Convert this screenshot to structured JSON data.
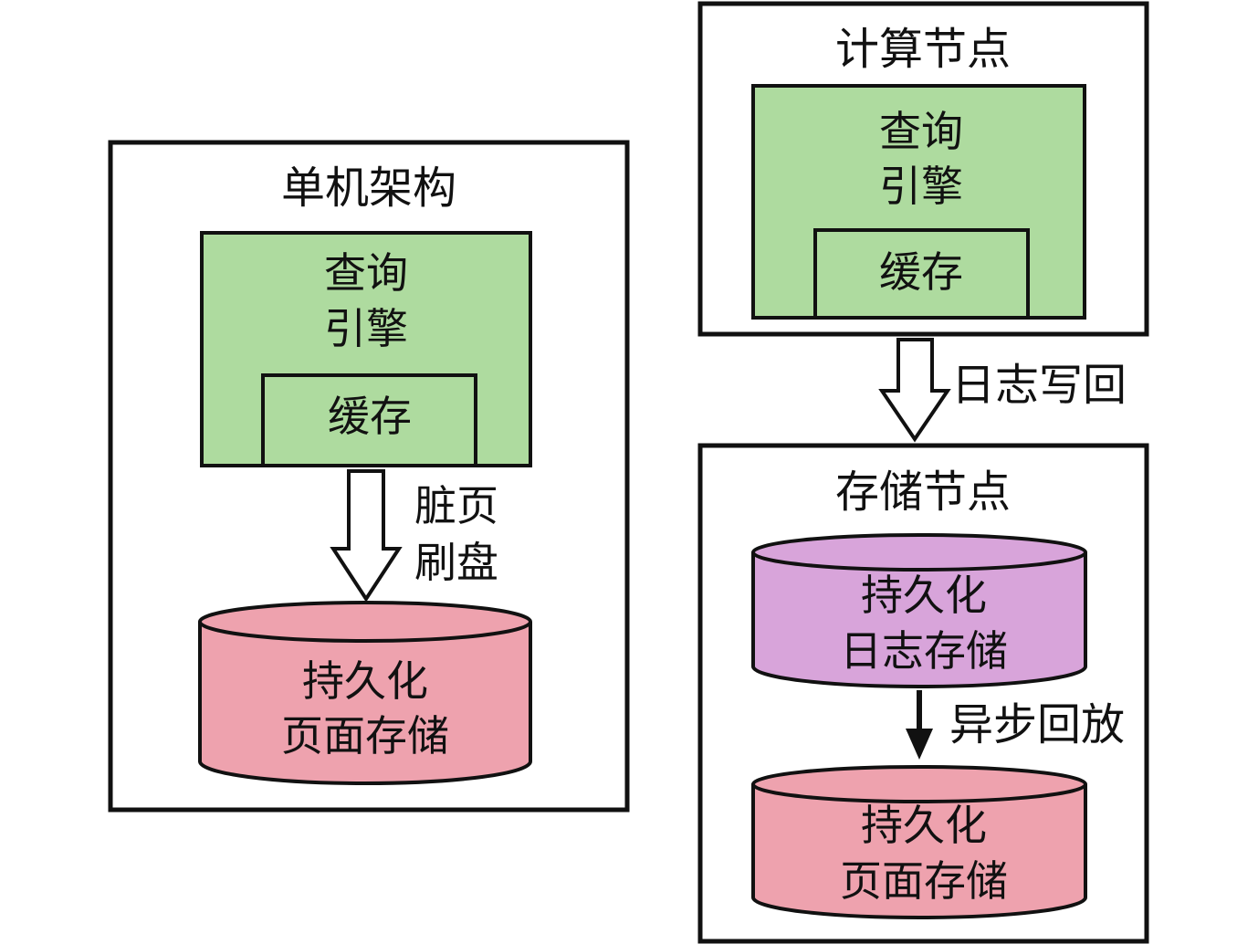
{
  "colors": {
    "engine_green": "#aedb9f",
    "page_store_pink": "#eea2ae",
    "log_store_purple": "#d8a4da",
    "outline": "#111111",
    "background": "#ffffff"
  },
  "single_machine": {
    "title": "单机架构",
    "engine_line1": "查询",
    "engine_line2": "引擎",
    "cache": "缓存",
    "arrow_label_line1": "脏页",
    "arrow_label_line2": "刷盘",
    "storage_line1": "持久化",
    "storage_line2": "页面存储"
  },
  "compute_node": {
    "title": "计算节点",
    "engine_line1": "查询",
    "engine_line2": "引擎",
    "cache": "缓存"
  },
  "log_writeback_label": "日志写回",
  "storage_node": {
    "title": "存储节点",
    "log_store_line1": "持久化",
    "log_store_line2": "日志存储",
    "replay_label": "异步回放",
    "page_store_line1": "持久化",
    "page_store_line2": "页面存储"
  }
}
